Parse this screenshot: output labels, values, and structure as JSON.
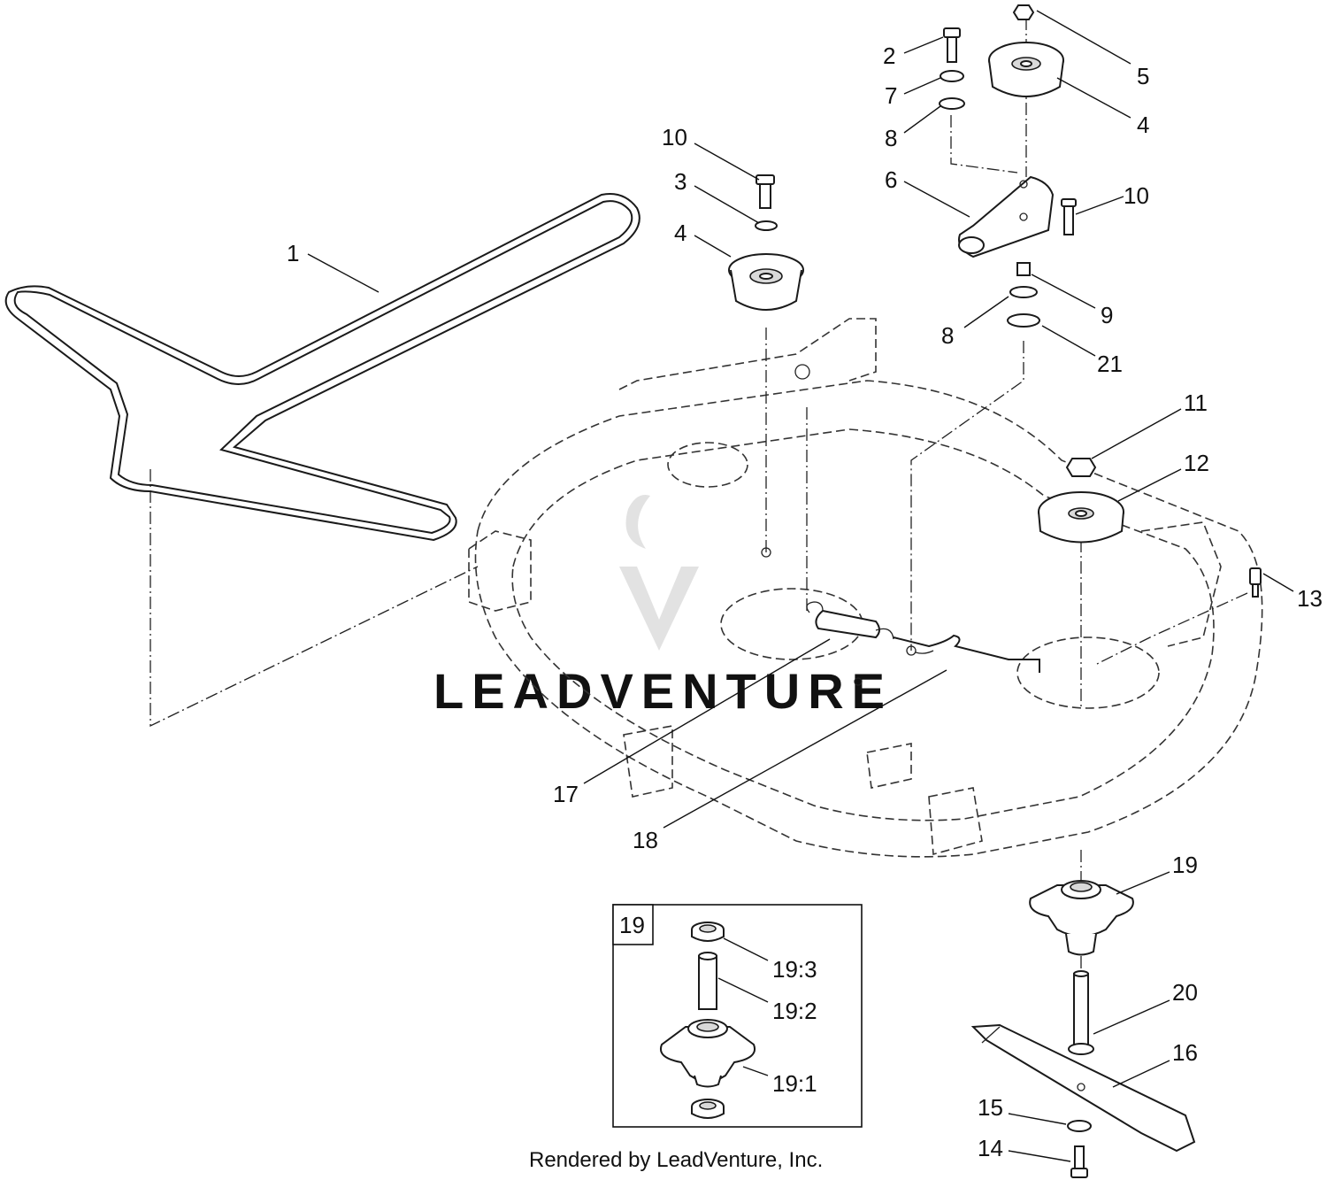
{
  "callouts": {
    "c1": "1",
    "c2": "2",
    "c3": "3",
    "c4a": "4",
    "c4b": "4",
    "c5": "5",
    "c6": "6",
    "c7": "7",
    "c8a": "8",
    "c8b": "8",
    "c9": "9",
    "c10a": "10",
    "c10b": "10",
    "c11": "11",
    "c12": "12",
    "c13": "13",
    "c14": "14",
    "c15": "15",
    "c16": "16",
    "c17": "17",
    "c18": "18",
    "c19": "19",
    "c20": "20",
    "c21": "21"
  },
  "inset": {
    "tag": "19",
    "c193": "19:3",
    "c192": "19:2",
    "c191": "19:1"
  },
  "watermark": "LEADVENTURE",
  "footer": "Rendered by LeadVenture, Inc."
}
